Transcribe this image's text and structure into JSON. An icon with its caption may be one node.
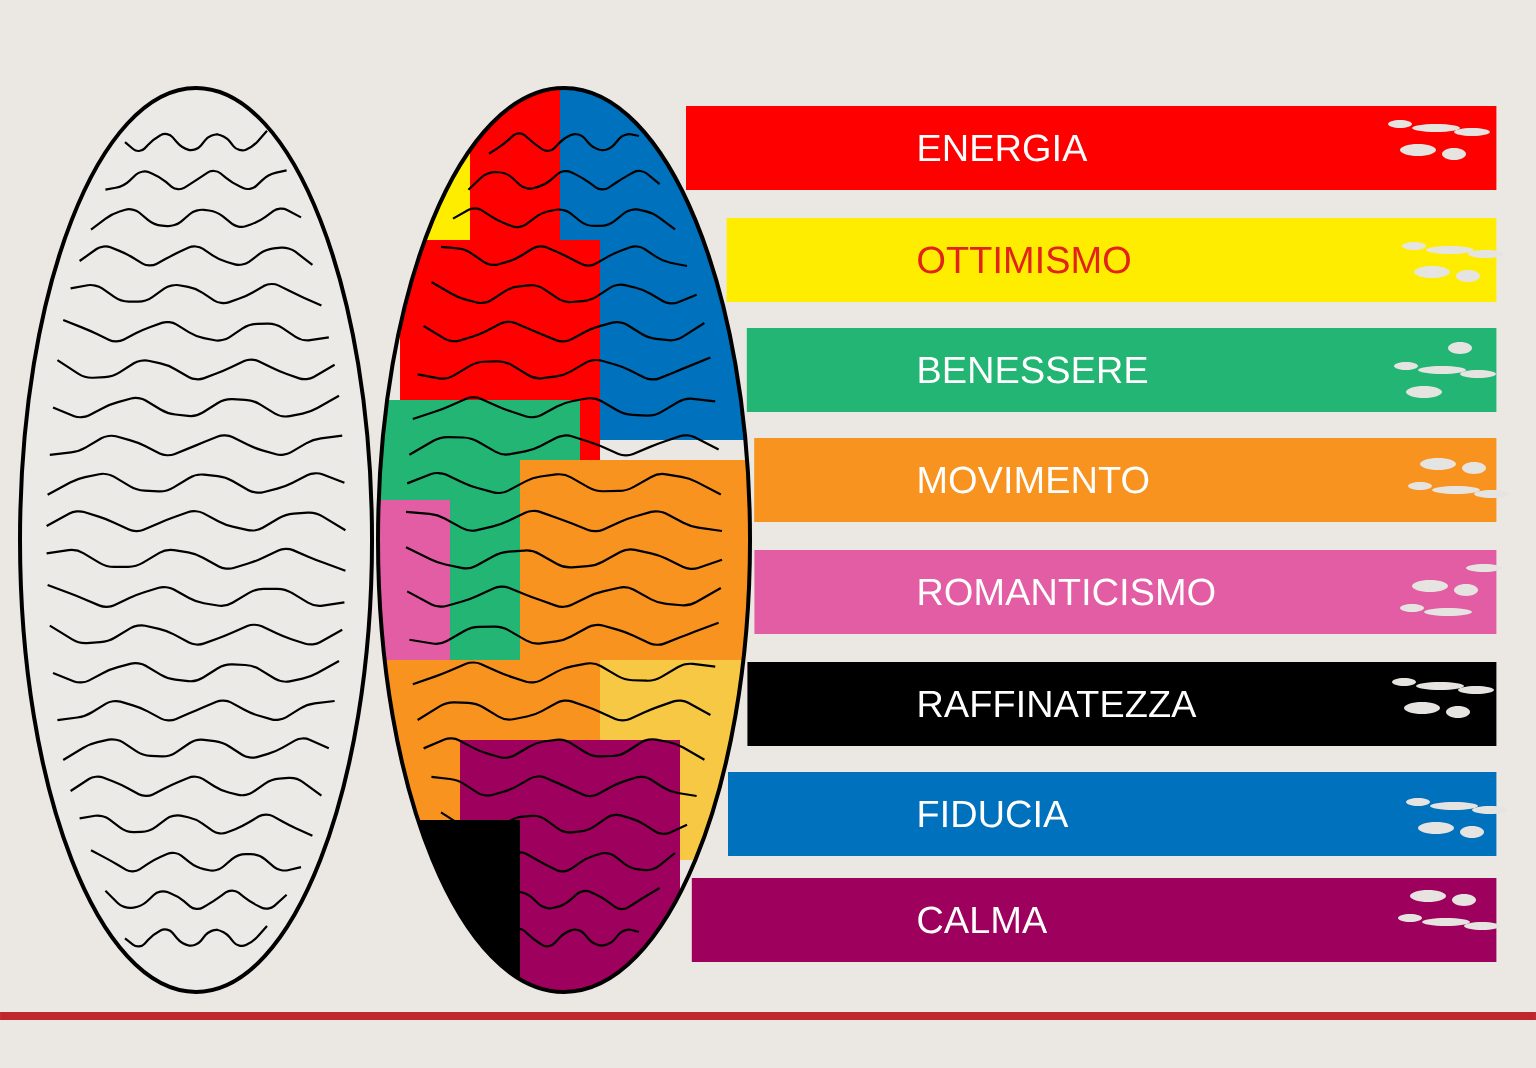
{
  "diagram": {
    "nodes": [
      {
        "text": [
          "ENERGIA"
        ]
      },
      {
        "text": [
          "OTTIMISMO"
        ]
      },
      {
        "text": [
          "BENESSERE"
        ]
      },
      {
        "text": [
          "MOVIMENTO"
        ]
      },
      {
        "text": [
          "ROMANTICISMO"
        ]
      },
      {
        "text": [
          "RAFFINATEZZA"
        ]
      },
      {
        "text": [
          "FIDUCIA"
        ]
      },
      {
        "text": [
          "CALMA"
        ]
      }
    ]
  }
}
